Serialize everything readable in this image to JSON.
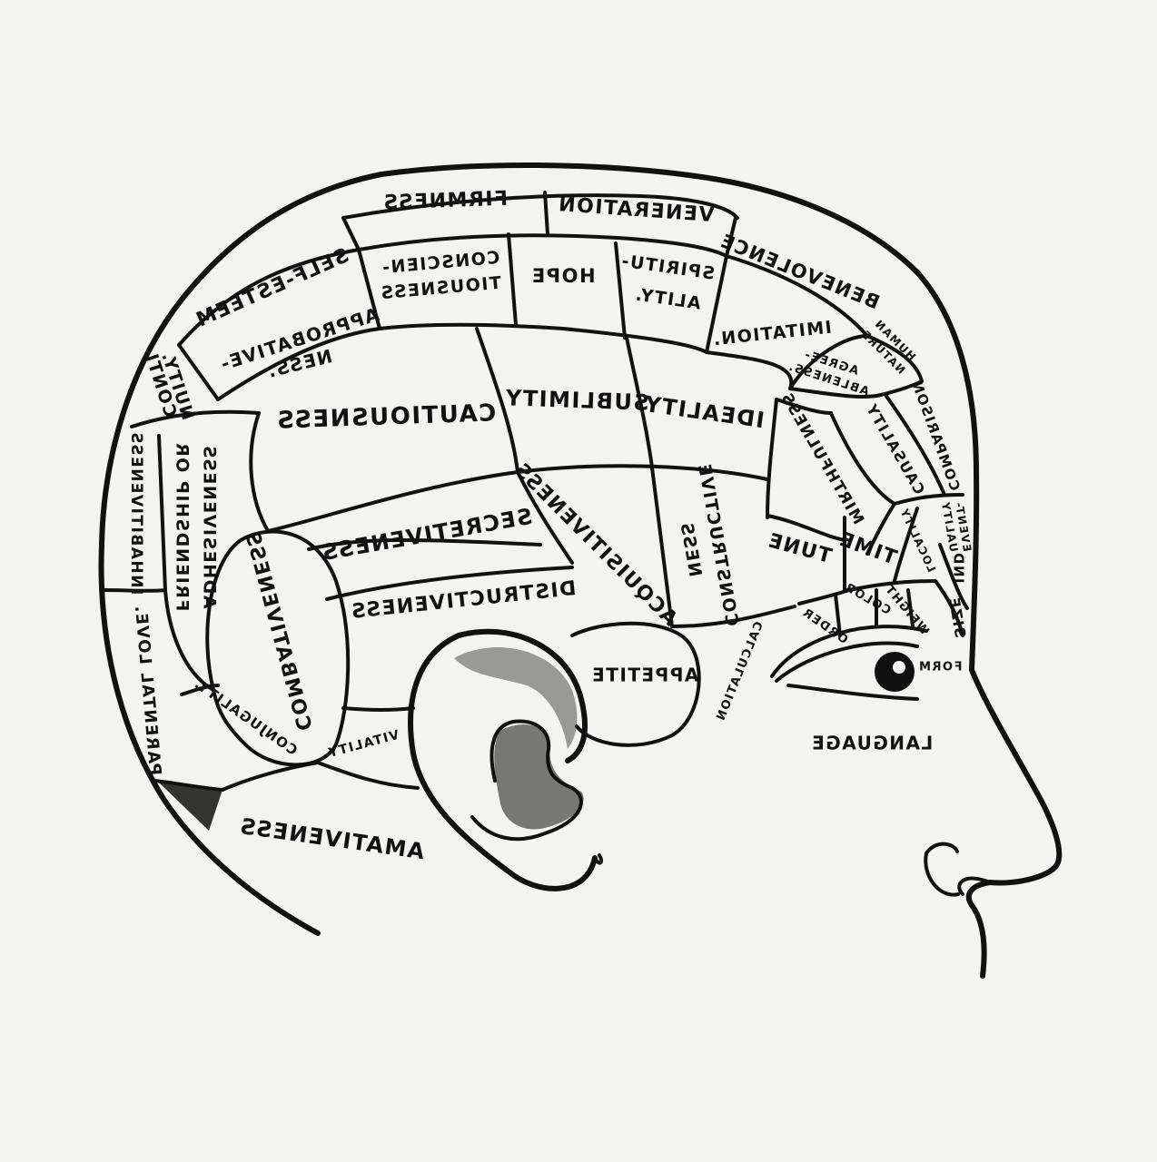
{
  "regions": [
    {
      "key": "firmness",
      "label": "FIRMNESS"
    },
    {
      "key": "veneration",
      "label": "VENERATION"
    },
    {
      "key": "benevolence",
      "label": "BENEVOLENCE"
    },
    {
      "key": "self_esteem",
      "label": "SELF-ESTEEM"
    },
    {
      "key": "conscientiousness_1",
      "label": "CONSCIEN-"
    },
    {
      "key": "conscientiousness_2",
      "label": "TIOUSNESS"
    },
    {
      "key": "hope",
      "label": "HOPE"
    },
    {
      "key": "spirituality_1",
      "label": "SPIRITU-"
    },
    {
      "key": "spirituality_2",
      "label": "ALITY."
    },
    {
      "key": "approbativeness_1",
      "label": "APPROBATIVE-"
    },
    {
      "key": "approbativeness_2",
      "label": "NESS."
    },
    {
      "key": "imitation",
      "label": "IMITATION."
    },
    {
      "key": "human_nature_1",
      "label": "HUMAN"
    },
    {
      "key": "human_nature_2",
      "label": "NATURE"
    },
    {
      "key": "agreeableness_1",
      "label": "AGREE-"
    },
    {
      "key": "agreeableness_2",
      "label": "ABLENESS."
    },
    {
      "key": "continuity_1",
      "label": "CONTI-"
    },
    {
      "key": "continuity_2",
      "label": "NUITY."
    },
    {
      "key": "cautiousness",
      "label": "CAUTIOUSNESS"
    },
    {
      "key": "sublimity",
      "label": "SUBLIMITY"
    },
    {
      "key": "ideality",
      "label": "IDEALITY"
    },
    {
      "key": "comparison",
      "label": "COMPARISON"
    },
    {
      "key": "causality",
      "label": "CAUSALITY"
    },
    {
      "key": "mirthfulness",
      "label": "MIRTHFULNESS"
    },
    {
      "key": "inhabitiveness",
      "label": "INHABITIVENESS"
    },
    {
      "key": "friendship_1",
      "label": "FRIENDSHIP OR"
    },
    {
      "key": "friendship_2",
      "label": "ADHESIVENESS"
    },
    {
      "key": "secretiveness",
      "label": "SECRETIVENESS"
    },
    {
      "key": "acquisitiveness",
      "label": "ACQUISITIVENESS"
    },
    {
      "key": "constructiveness_1",
      "label": "CONSTRUCTIVE"
    },
    {
      "key": "constructiveness_2",
      "label": "NESS"
    },
    {
      "key": "tune",
      "label": "TUNE"
    },
    {
      "key": "time",
      "label": "TIME"
    },
    {
      "key": "eventuality_1",
      "label": "EVENT-"
    },
    {
      "key": "eventuality_2",
      "label": "UALITY"
    },
    {
      "key": "locality",
      "label": "LOCALITY"
    },
    {
      "key": "individuality",
      "label": "IND"
    },
    {
      "key": "size",
      "label": "SIZE"
    },
    {
      "key": "weight",
      "label": "WEIGHT"
    },
    {
      "key": "color",
      "label": "COLOR"
    },
    {
      "key": "order",
      "label": "ORDER"
    },
    {
      "key": "calculation",
      "label": "CALCULATION"
    },
    {
      "key": "form",
      "label": "FORM"
    },
    {
      "key": "language",
      "label": "LANGUAGE"
    },
    {
      "key": "combativeness",
      "label": "COMBATIVENESS"
    },
    {
      "key": "destructiveness",
      "label": "DISTRUCTIVENESS"
    },
    {
      "key": "appetite",
      "label": "APPETITE"
    },
    {
      "key": "parental_love",
      "label": "PARENTAL LOVE."
    },
    {
      "key": "conjugality",
      "label": "CONJUGALITY."
    },
    {
      "key": "vitality",
      "label": "VITALITY"
    },
    {
      "key": "amativeness",
      "label": "AMATIVENESS"
    }
  ]
}
